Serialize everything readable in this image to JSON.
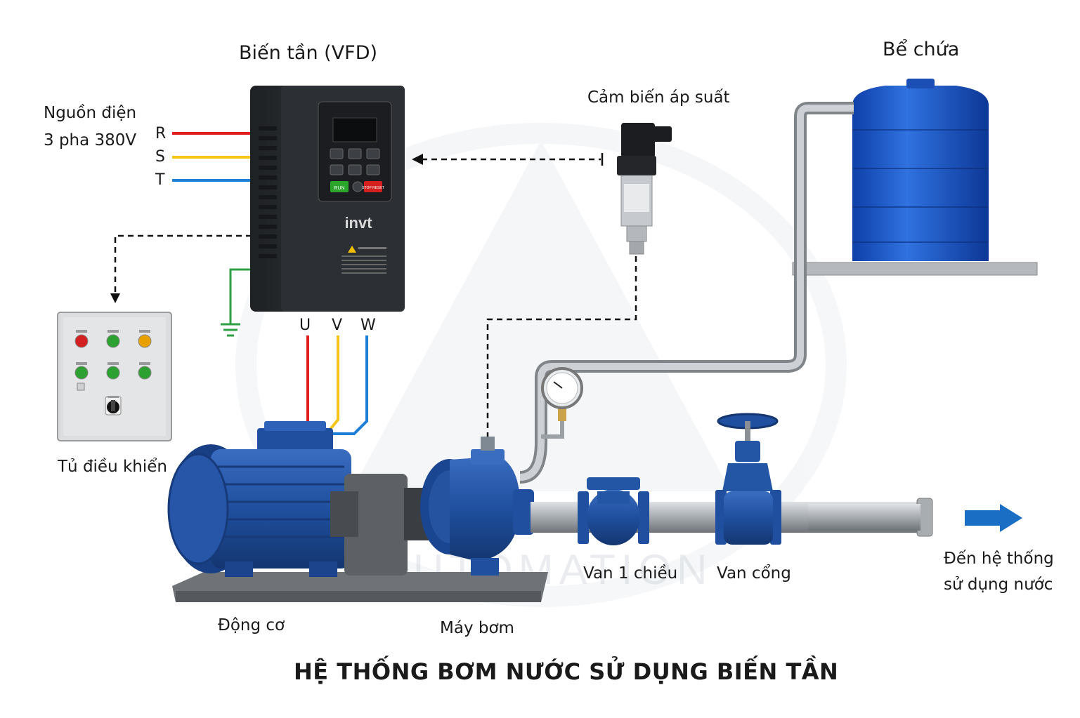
{
  "labels": {
    "vfd": "Biến tần (VFD)",
    "power_source_line1": "Nguồn điện",
    "power_source_line2": "3 pha 380V",
    "tank": "Bể chứa",
    "pressure_sensor": "Cảm biến áp suất",
    "control_cabinet": "Tủ điều khiển",
    "motor": "Động cơ",
    "pump": "Máy bơm",
    "check_valve": "Van 1 chiều",
    "gate_valve": "Van cổng",
    "destination_line1": "Đến hệ thống",
    "destination_line2": "sử dụng nước",
    "title": "HỆ THỐNG BƠM NƯỚC SỬ DỤNG BIẾN TẦN"
  },
  "input_phases": [
    "R",
    "S",
    "T"
  ],
  "output_phases": [
    "U",
    "V",
    "W"
  ],
  "vfd_brand": "invt",
  "vfd_keys": {
    "run": "RUN",
    "stop": "STOP RESET"
  },
  "watermark": "AUTOMATION",
  "colors": {
    "phase_r": "#e02020",
    "phase_s": "#f5c518",
    "phase_t": "#1e7fd6",
    "ground": "#2ea043",
    "equipment_blue": "#1f4f9e",
    "tank_blue": "#1e5fd0",
    "flow_arrow": "#1a6fc4",
    "pipe_steel": "#a9adb2"
  }
}
